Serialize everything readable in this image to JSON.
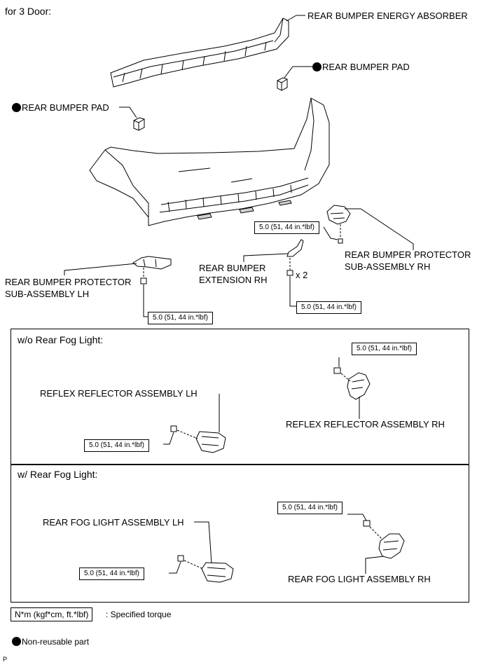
{
  "header": "for 3 Door:",
  "labels": {
    "energy_absorber": "REAR BUMPER ENERGY ABSORBER",
    "pad_right": "REAR BUMPER PAD",
    "pad_left": "REAR BUMPER PAD",
    "protector_rh_1": "REAR BUMPER PROTECTOR",
    "protector_rh_2": "SUB-ASSEMBLY RH",
    "protector_lh_1": "REAR BUMPER PROTECTOR",
    "protector_lh_2": "SUB-ASSEMBLY LH",
    "extension_1": "REAR BUMPER",
    "extension_2": "EXTENSION RH",
    "x2": "x 2"
  },
  "torques": {
    "protector_rh": "5.0 (51, 44 in.*lbf)",
    "protector_lh": "5.0 (51, 44 in.*lbf)",
    "extension": "5.0 (51, 44 in.*lbf)",
    "reflector_rh": "5.0 (51, 44 in.*lbf)",
    "reflector_lh": "5.0 (51, 44 in.*lbf)",
    "fog_rh": "5.0 (51, 44 in.*lbf)",
    "fog_lh": "5.0 (51, 44 in.*lbf)"
  },
  "panel_wo": {
    "title": "w/o Rear Fog Light:",
    "reflector_lh": "REFLEX REFLECTOR ASSEMBLY LH",
    "reflector_rh": "REFLEX REFLECTOR ASSEMBLY RH"
  },
  "panel_w": {
    "title": "w/ Rear Fog Light:",
    "fog_lh": "REAR FOG LIGHT ASSEMBLY LH",
    "fog_rh": "REAR FOG LIGHT ASSEMBLY RH"
  },
  "legend": {
    "torque_unit": "N*m (kgf*cm, ft.*lbf)",
    "torque_text": ": Specified torque",
    "nonreusable_text": "Non-reusable part"
  },
  "footer_code": "P"
}
